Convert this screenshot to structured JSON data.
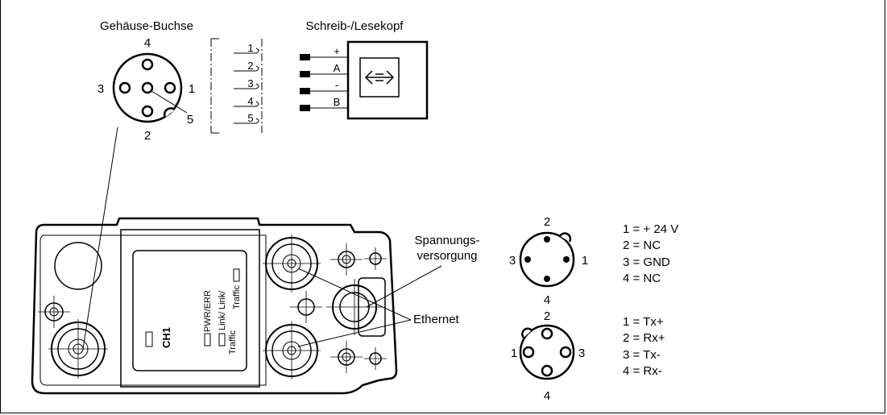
{
  "housing_socket": {
    "title": "Gehäuse-Buchse",
    "pins": [
      "1",
      "2",
      "3",
      "4",
      "5"
    ]
  },
  "wiring_pins": [
    "1",
    "2",
    "3",
    "4",
    "5"
  ],
  "rw_head": {
    "title": "Schreib-/Lesekopf",
    "terminals": [
      "+",
      "A",
      "-",
      "B"
    ]
  },
  "device": {
    "channel_label": "CH1",
    "led_pwr_err": "PWR/ERR",
    "led_link_traffic_top_1": "Link/",
    "led_link_traffic_top_2": "Traffic",
    "led_link_traffic_bottom_1": "Link/",
    "led_link_traffic_bottom_2": "Traffic"
  },
  "callouts": {
    "power_line1": "Spannungs-",
    "power_line2": "versorgung",
    "ethernet": "Ethernet"
  },
  "power_connector": {
    "pins": [
      "1",
      "2",
      "3",
      "4"
    ],
    "legend": [
      "1 = + 24 V",
      "2 = NC",
      "3 = GND",
      "4 = NC"
    ]
  },
  "ethernet_connector": {
    "pins": [
      "1",
      "2",
      "3",
      "4"
    ],
    "legend": [
      "1 = Tx+",
      "2 = Rx+",
      "3 = Tx-",
      "4 = Rx-"
    ]
  }
}
